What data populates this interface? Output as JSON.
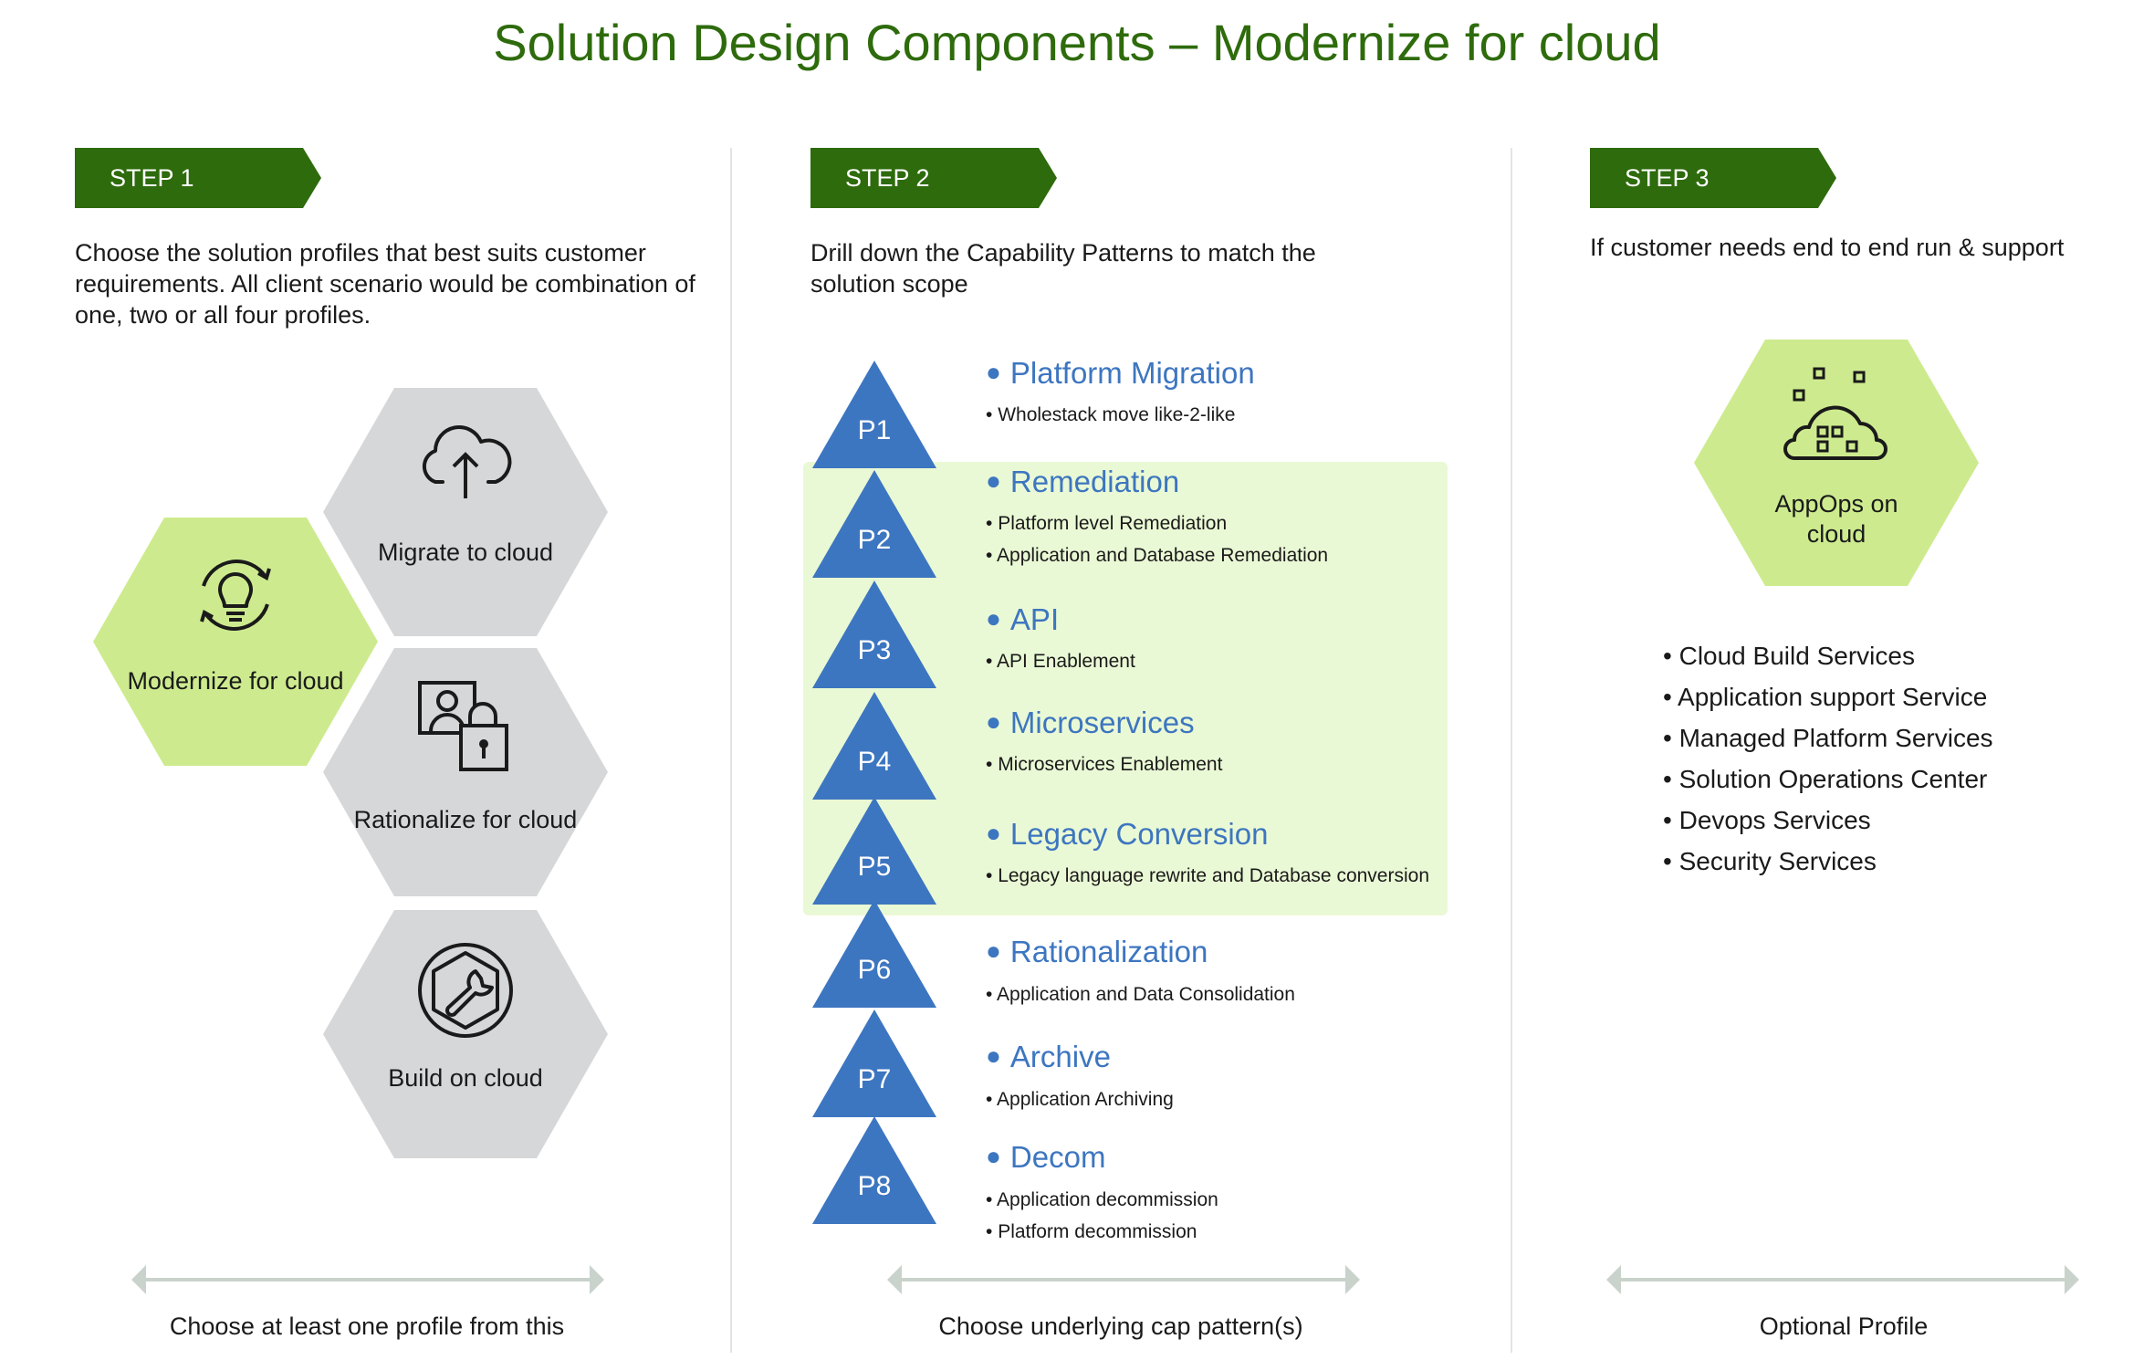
{
  "title": "Solution Design Components – Modernize for cloud",
  "step1": {
    "tag": "STEP 1",
    "description": "Choose the solution profiles that best suits customer requirements. All client scenario would be combination of one, two or all four profiles.",
    "profiles": [
      {
        "label": "Migrate to cloud",
        "icon": "cloud-upload-icon"
      },
      {
        "label": "Modernize for cloud",
        "icon": "lightbulb-refresh-icon"
      },
      {
        "label": "Rationalize for cloud",
        "icon": "user-lock-icon"
      },
      {
        "label": "Build on cloud",
        "icon": "wrench-hexagon-icon"
      }
    ],
    "footer": "Choose at least one profile from this"
  },
  "step2": {
    "tag": "STEP 2",
    "description": "Drill down the Capability Patterns to match the solution scope",
    "patterns": [
      {
        "id": "P1",
        "title": "Platform Migration",
        "bullets": [
          "Wholestack move like-2-like"
        ]
      },
      {
        "id": "P2",
        "title": "Remediation",
        "bullets": [
          "Platform level Remediation",
          "Application and Database Remediation"
        ]
      },
      {
        "id": "P3",
        "title": "API",
        "bullets": [
          "API Enablement"
        ]
      },
      {
        "id": "P4",
        "title": "Microservices",
        "bullets": [
          "Microservices Enablement"
        ]
      },
      {
        "id": "P5",
        "title": "Legacy Conversion",
        "bullets": [
          "Legacy language rewrite and Database conversion"
        ]
      },
      {
        "id": "P6",
        "title": "Rationalization",
        "bullets": [
          "Application and Data Consolidation"
        ]
      },
      {
        "id": "P7",
        "title": "Archive",
        "bullets": [
          "Application Archiving"
        ]
      },
      {
        "id": "P8",
        "title": "Decom",
        "bullets": [
          " Application decommission",
          "Platform decommission"
        ]
      }
    ],
    "footer": "Choose underlying cap pattern(s)"
  },
  "step3": {
    "tag": "STEP 3",
    "description": "If customer needs end to end run & support",
    "profile": {
      "label": "AppOps on cloud",
      "icon": "cloud-blocks-icon"
    },
    "services": [
      "Cloud Build Services",
      "Application support Service",
      "Managed Platform Services",
      "Solution Operations Center",
      "Devops Services",
      "Security Services"
    ],
    "footer": "Optional Profile"
  },
  "colors": {
    "brand_green": "#2e6b0c",
    "light_green": "#cdeb8e",
    "highlight": "#eaf9d5",
    "pattern_blue": "#3d76c0",
    "hex_grey": "#d6d7d9"
  }
}
